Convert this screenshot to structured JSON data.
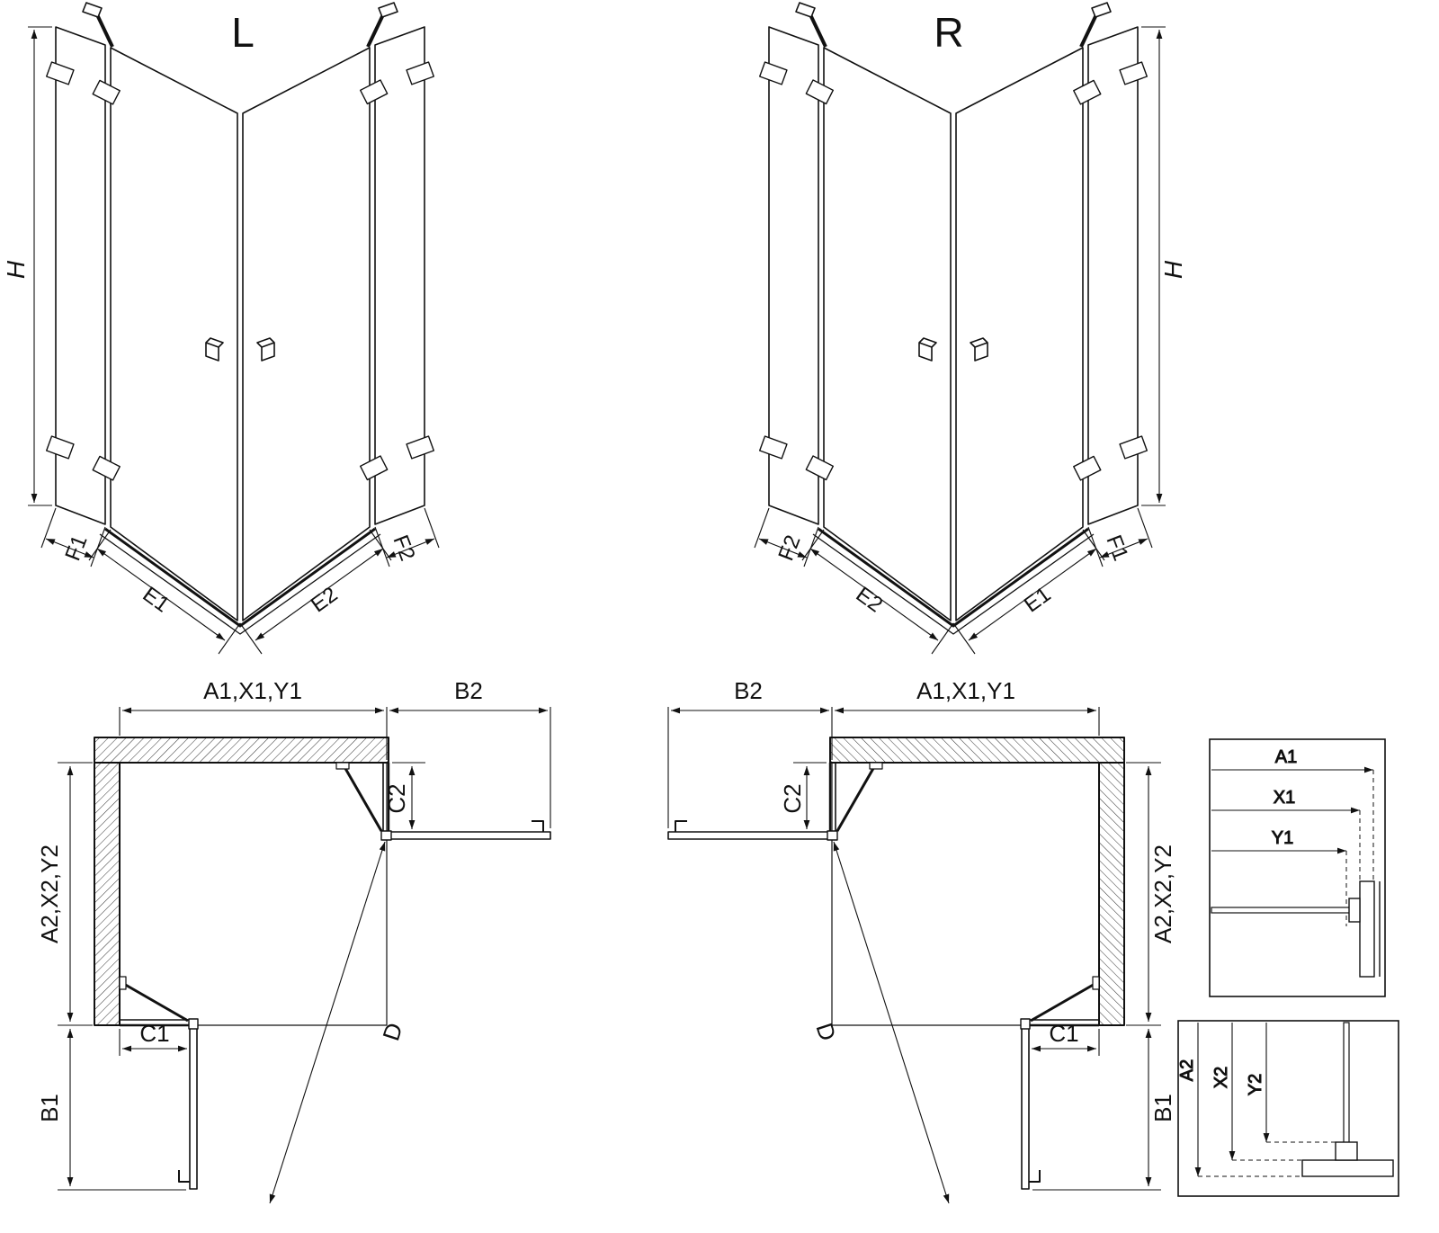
{
  "diagram": {
    "elevation_left": {
      "title": "L",
      "height_label": "H",
      "bottom_labels": [
        "F1",
        "E1",
        "E2",
        "F2"
      ]
    },
    "elevation_right": {
      "title": "R",
      "height_label": "H",
      "bottom_labels": [
        "F2",
        "E2",
        "E1",
        "F1"
      ]
    },
    "plan_left": {
      "top_width_label": "A1,X1,Y1",
      "side_width_label": "B2",
      "fixed_side_top_label": "C2",
      "depth_label": "A2,X2,Y2",
      "fixed_side_bottom_label": "C1",
      "door_side_label": "B1",
      "diagonal_label": "D"
    },
    "plan_right": {
      "top_width_label": "A1,X1,Y1",
      "side_width_label": "B2",
      "fixed_side_top_label": "C2",
      "depth_label": "A2,X2,Y2",
      "fixed_side_bottom_label": "C1",
      "door_side_label": "B1",
      "diagonal_label": "D"
    },
    "detail_horizontal": {
      "labels": [
        "A1",
        "X1",
        "Y1"
      ]
    },
    "detail_vertical": {
      "labels": [
        "A2",
        "X2",
        "Y2"
      ]
    }
  }
}
